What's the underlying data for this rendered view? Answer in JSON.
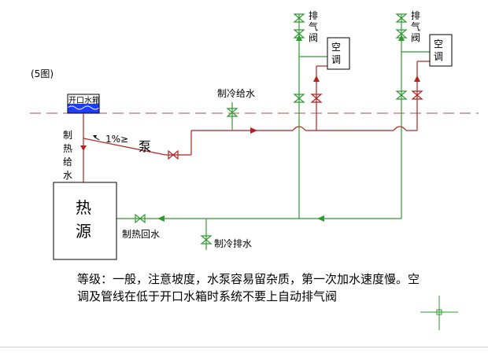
{
  "figure_label": "(5图)",
  "tank_label": "开口水箱",
  "supply_heat_label": [
    "制",
    "热",
    "给",
    "水"
  ],
  "slope_label": "1%≥",
  "pump_label": "泵",
  "cold_supply_label": "制冷给水",
  "return_heat_label": "制热回水",
  "cold_drain_label": "制冷排水",
  "heat_source_label": [
    "热",
    "源"
  ],
  "vent_valve_label": [
    "排",
    "气",
    "阀"
  ],
  "ac_unit_label": [
    "空",
    "调"
  ],
  "caption": "等级：一般，注意坡度，水泵容易留杂质，第一次加水速度慢。空调及管线在低于开口水箱时系统不要上自动排气阀",
  "colors": {
    "hot_water": "#b22222",
    "cold_water": "#2e9b2e",
    "reference_line": "#a05050",
    "tank_fill": "#1e3cff",
    "box_stroke": "#000000"
  }
}
